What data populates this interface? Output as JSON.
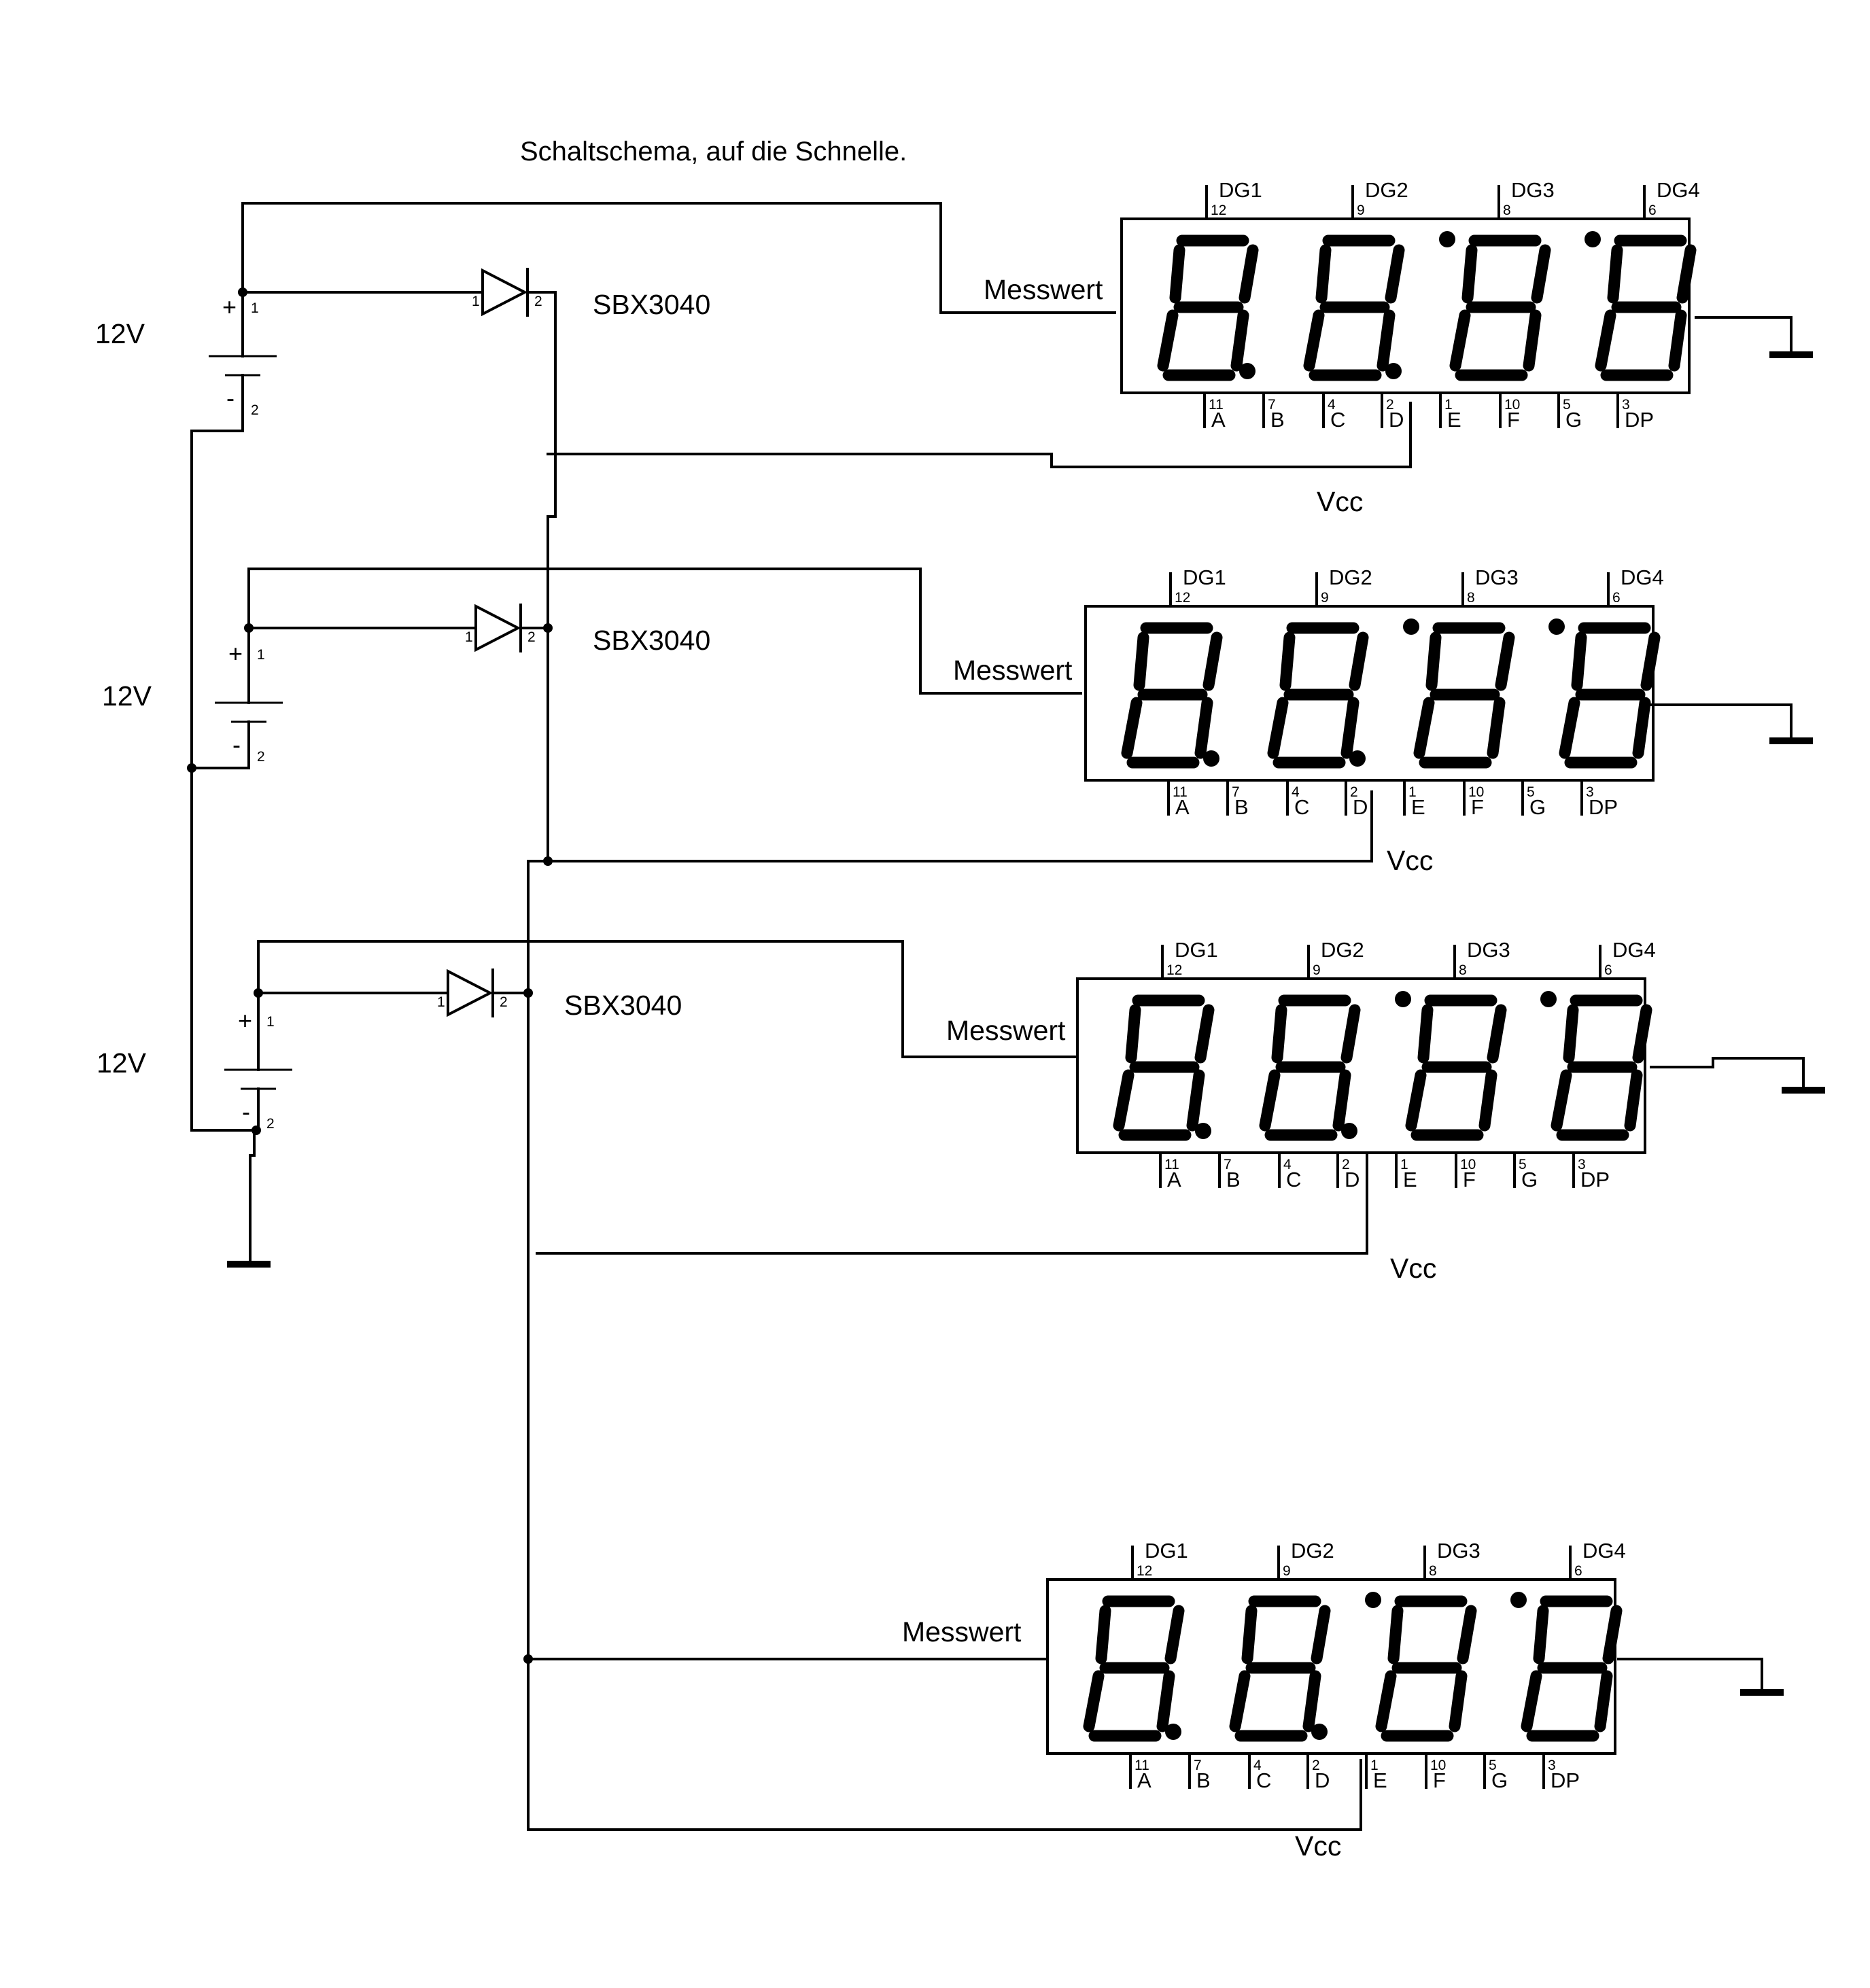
{
  "title": "Schaltschema, auf die Schnelle.",
  "supplies": [
    {
      "voltage": "12V",
      "plus": "+",
      "minus": "-",
      "pin_plus": "1",
      "pin_minus": "2"
    },
    {
      "voltage": "12V",
      "plus": "+",
      "minus": "-",
      "pin_plus": "1",
      "pin_minus": "2"
    },
    {
      "voltage": "12V",
      "plus": "+",
      "minus": "-",
      "pin_plus": "1",
      "pin_minus": "2"
    }
  ],
  "diodes": [
    {
      "label": "SBX3040",
      "pin_a": "1",
      "pin_k": "2"
    },
    {
      "label": "SBX3040",
      "pin_a": "1",
      "pin_k": "2"
    },
    {
      "label": "SBX3040",
      "pin_a": "1",
      "pin_k": "2"
    }
  ],
  "display": {
    "signal_label": "Messwert",
    "vcc_label": "Vcc",
    "digit_pins": [
      {
        "name": "DG1",
        "num": "12"
      },
      {
        "name": "DG2",
        "num": "9"
      },
      {
        "name": "DG3",
        "num": "8"
      },
      {
        "name": "DG4",
        "num": "6"
      }
    ],
    "segment_pins": [
      {
        "name": "A",
        "num": "11"
      },
      {
        "name": "B",
        "num": "7"
      },
      {
        "name": "C",
        "num": "4"
      },
      {
        "name": "D",
        "num": "2"
      },
      {
        "name": "E",
        "num": "1"
      },
      {
        "name": "F",
        "num": "10"
      },
      {
        "name": "G",
        "num": "5"
      },
      {
        "name": "DP",
        "num": "3"
      }
    ]
  },
  "display_count": 4
}
